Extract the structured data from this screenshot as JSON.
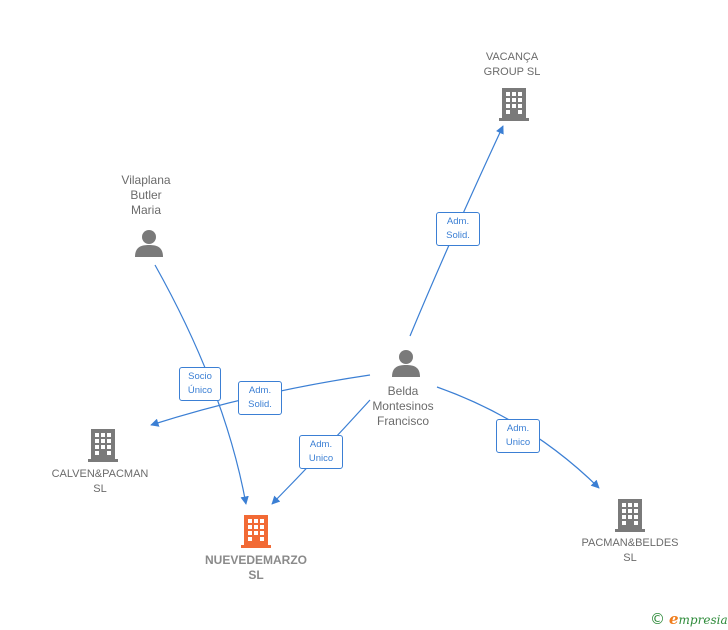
{
  "nodes": {
    "vilaplana": {
      "label": "Vilaplana\nButler\nMaria",
      "kind": "person"
    },
    "belda": {
      "label": "Belda\nMontesinos\nFrancisco",
      "kind": "person"
    },
    "vacanca": {
      "label": "VACANÇA\nGROUP  SL",
      "kind": "company"
    },
    "calven": {
      "label": "CALVEN&PACMAN\nSL",
      "kind": "company"
    },
    "nuevedemarzo": {
      "label": "NUEVEDEMARZO\nSL",
      "kind": "company-focus"
    },
    "pacman_beldes": {
      "label": "PACMAN&BELDES\nSL",
      "kind": "company"
    }
  },
  "edges": {
    "socio_unico": "Socio\nÚnico",
    "adm_solid_calven": "Adm.\nSolid.",
    "adm_unico_nueve": "Adm.\nUnico",
    "adm_solid_vacanca": "Adm.\nSolid.",
    "adm_unico_pacman": "Adm.\nUnico"
  },
  "brand": {
    "copyright": "©",
    "initial": "e",
    "rest": "mpresia"
  },
  "colors": {
    "edge": "#3b7fd4",
    "icon_gray": "#7a7a7a",
    "focus_orange": "#f26a35",
    "brand_green": "#2e8b3a",
    "brand_orange": "#f07e1e"
  }
}
